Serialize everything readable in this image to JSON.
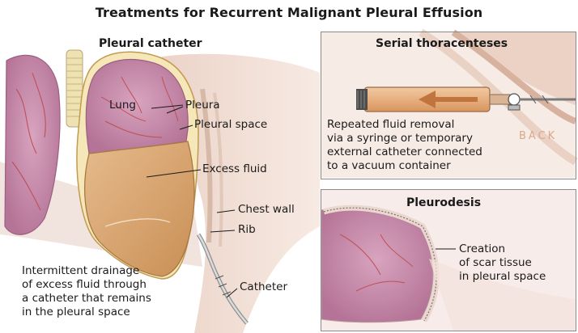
{
  "title": "Treatments for Recurrent Malignant Pleural Effusion",
  "catheter_panel": {
    "heading": "Pleural catheter",
    "labels": {
      "lung": "Lung",
      "pleura": "Pleura",
      "pleural_space": "Pleural space",
      "excess_fluid": "Excess fluid",
      "chest_wall": "Chest wall",
      "rib": "Rib",
      "catheter": "Catheter"
    },
    "description": [
      "Intermittent drainage",
      "of excess fluid through",
      "a catheter that remains",
      "in the pleural space"
    ]
  },
  "thoracentesis_panel": {
    "heading": "Serial thoracenteses",
    "back_label": "BACK",
    "description": [
      "Repeated fluid removal",
      "via a syringe or temporary",
      "external catheter connected",
      "to a vacuum container"
    ]
  },
  "pleurodesis_panel": {
    "heading": "Pleurodesis",
    "description": [
      "Creation",
      "of scar tissue",
      "in pleural space"
    ]
  },
  "colors": {
    "lung": "#c98aa8",
    "lung_dark": "#a5688a",
    "fluid": "#d9a978",
    "fluid_edge": "#a97940",
    "skin": "#f0d8cc",
    "vessel": "#c25a5a",
    "trachea": "#e8dca8",
    "syringe": "#e9b184",
    "arrow": "#c0753e"
  }
}
